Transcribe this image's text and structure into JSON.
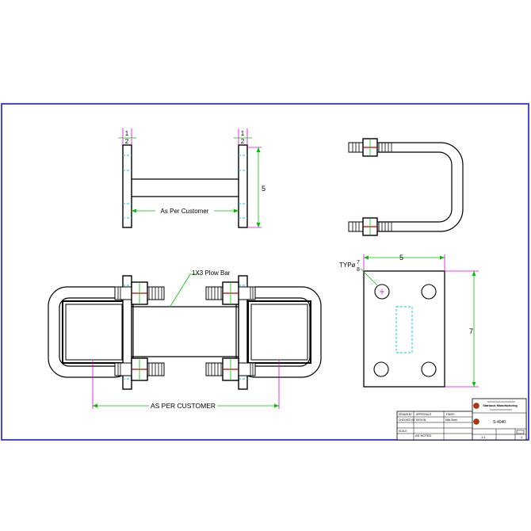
{
  "colors": {
    "border": "#1a1ad6",
    "object": "#000000",
    "dimension": "#00c000",
    "extension": "#e000e0",
    "hidden": "#00c8e0",
    "thread": "#c00000"
  },
  "side_view": {
    "top_dim_left_num": "1",
    "top_dim_left_den": "2",
    "top_dim_right_num": "1",
    "top_dim_right_den": "2",
    "height_dim": "5",
    "width_label": "As Per Customer"
  },
  "plan_view": {
    "bar_label": "1X3 Plow Bar",
    "width_label": "AS PER CUSTOMER"
  },
  "plate_view": {
    "width_dim": "5",
    "height_dim": "7",
    "hole_label": "TYPø",
    "hole_num": "7",
    "hole_den": "8"
  },
  "title_block": {
    "company": "Starbuck Manufacturing",
    "part_number": "S-4040",
    "scale": "1:1",
    "sheet": "1",
    "note": "AS NOTED",
    "material": "Mild Steel"
  }
}
